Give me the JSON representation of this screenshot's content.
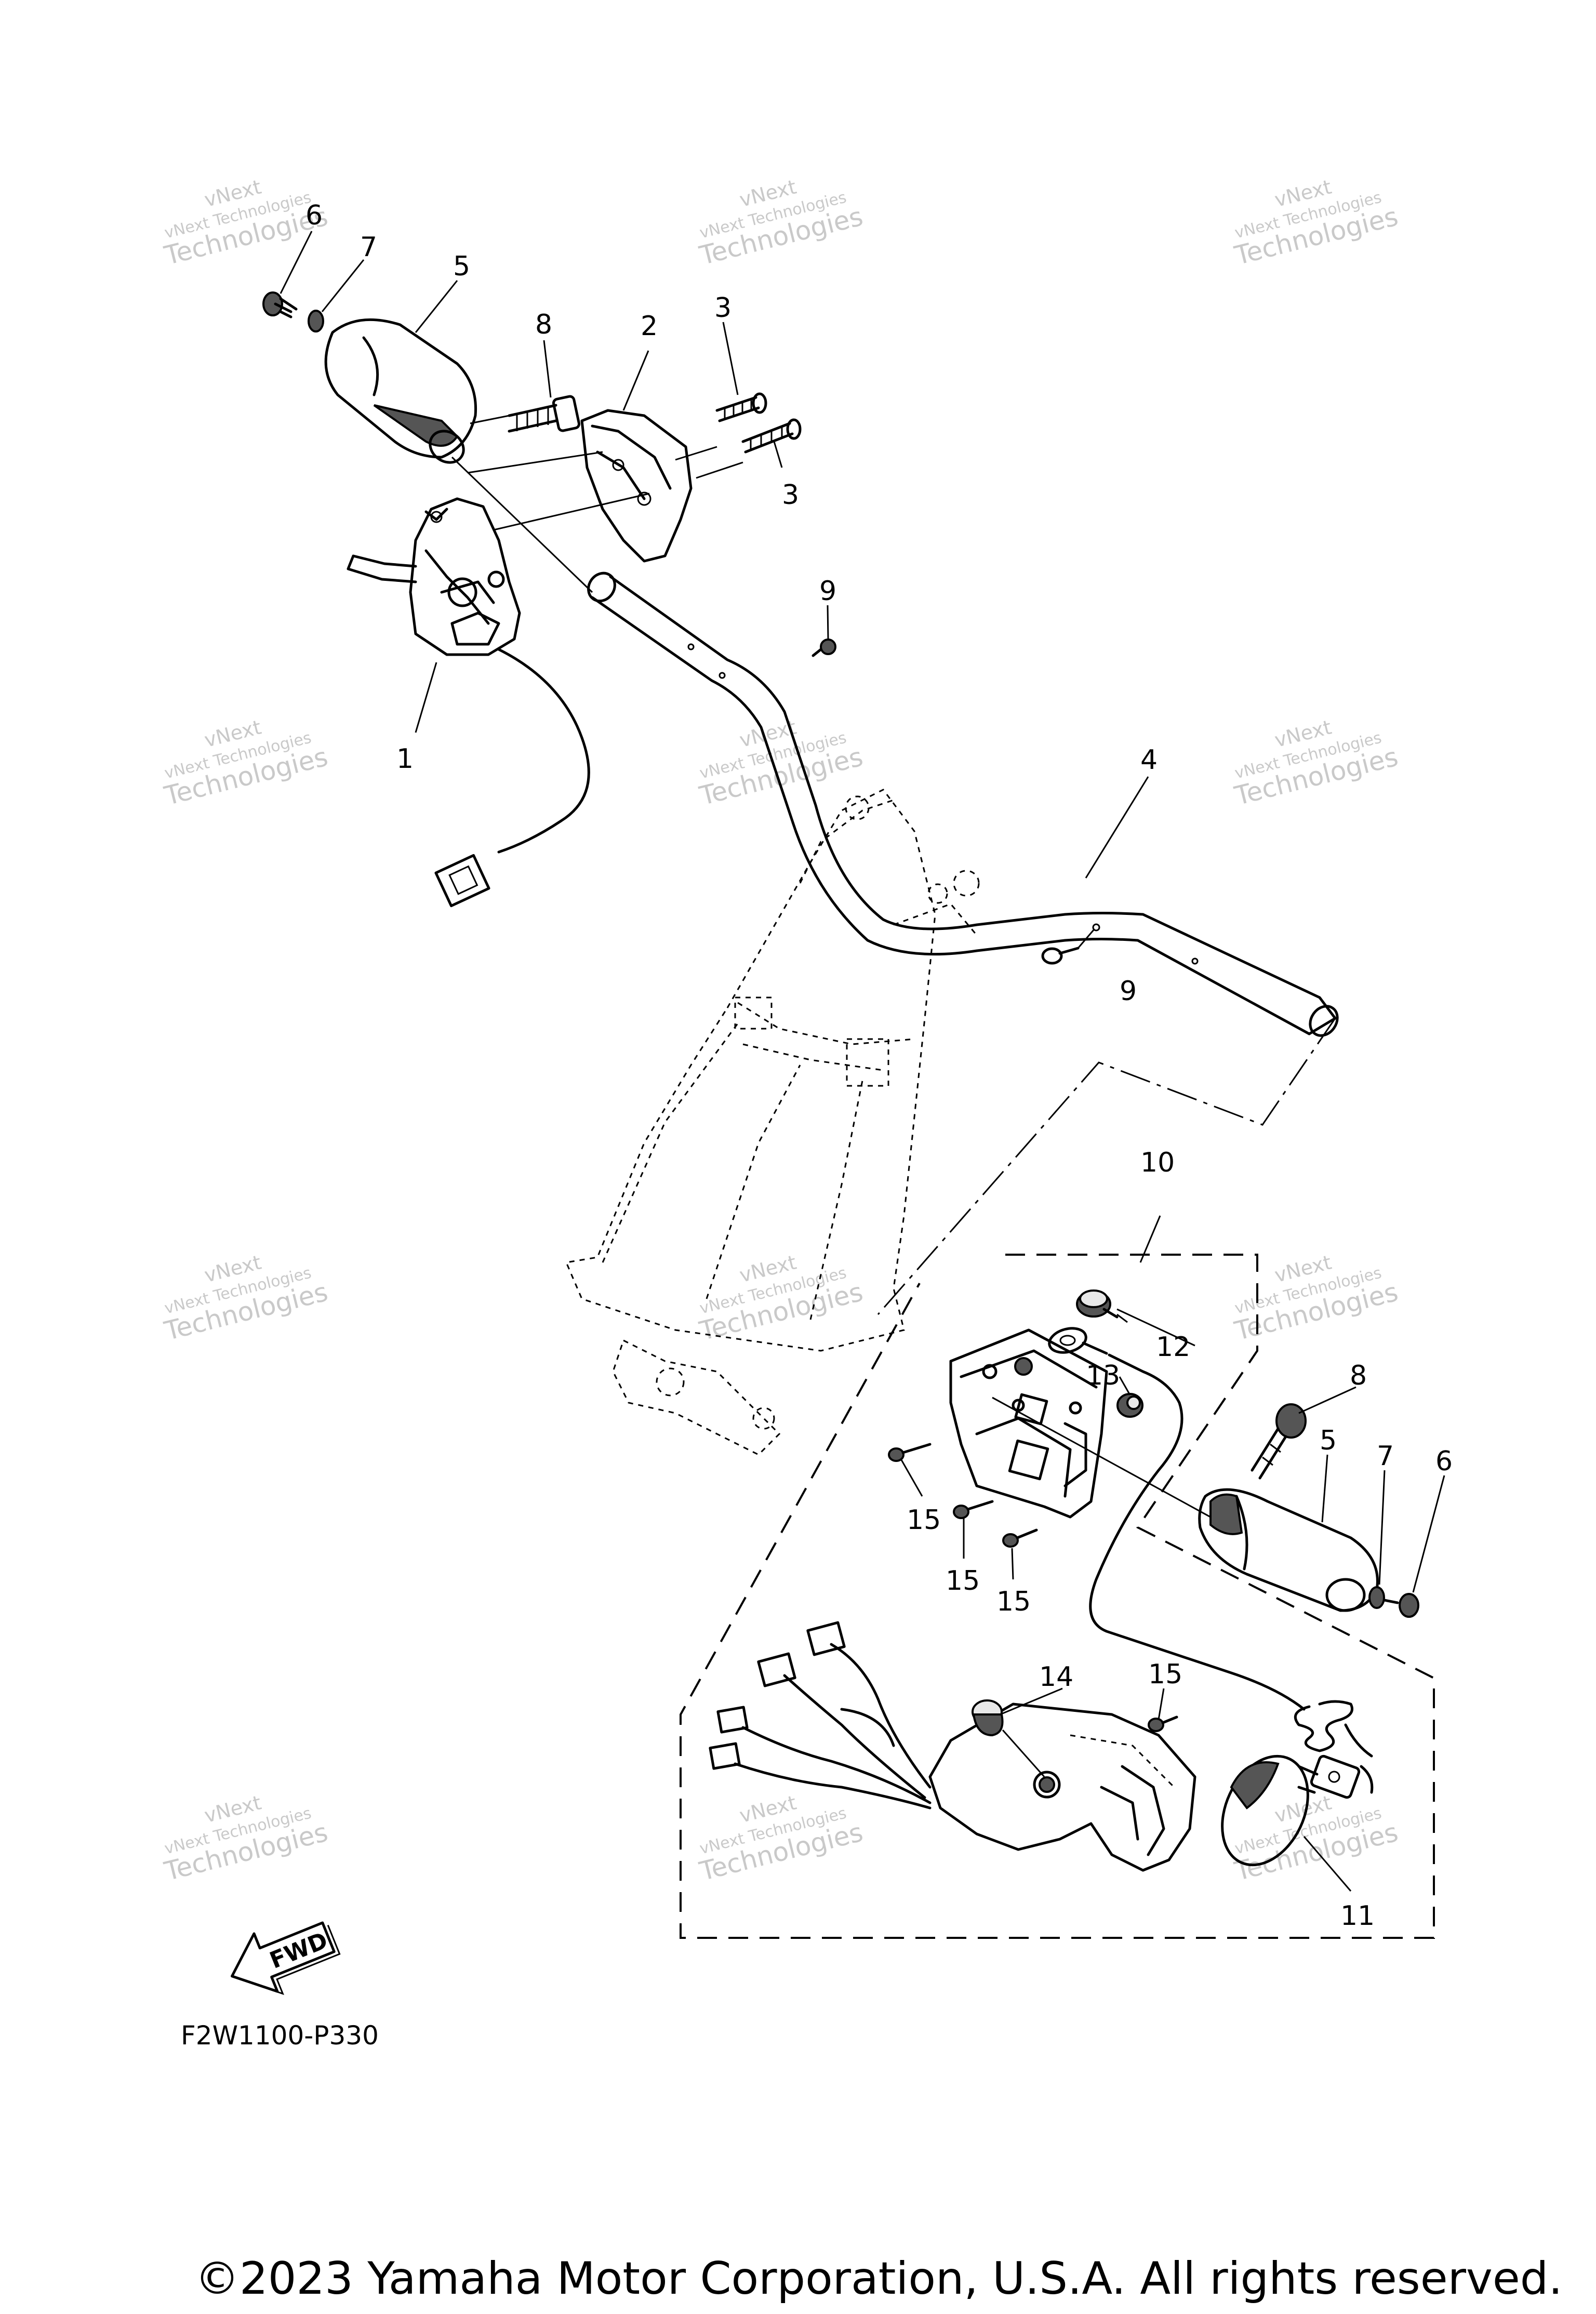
{
  "diagram_code": "F2W1100-P330",
  "copyright": "©2023 Yamaha Motor Corporation, U.S.A. All rights reserved.",
  "fwd_arrow_text": "FWD",
  "watermark": {
    "line1": "vNext",
    "line2": "vNext Technologies",
    "line3": "Technologies"
  },
  "callouts": [
    {
      "id": "c6a",
      "text": "6"
    },
    {
      "id": "c7a",
      "text": "7"
    },
    {
      "id": "c5a",
      "text": "5"
    },
    {
      "id": "c8a",
      "text": "8"
    },
    {
      "id": "c2",
      "text": "2"
    },
    {
      "id": "c3a",
      "text": "3"
    },
    {
      "id": "c3b",
      "text": "3"
    },
    {
      "id": "c9a",
      "text": "9"
    },
    {
      "id": "c1",
      "text": "1"
    },
    {
      "id": "c4",
      "text": "4"
    },
    {
      "id": "c9b",
      "text": "9"
    },
    {
      "id": "c10",
      "text": "10"
    },
    {
      "id": "c12",
      "text": "12"
    },
    {
      "id": "c13",
      "text": "13"
    },
    {
      "id": "c8b",
      "text": "8"
    },
    {
      "id": "c5b",
      "text": "5"
    },
    {
      "id": "c7b",
      "text": "7"
    },
    {
      "id": "c6b",
      "text": "6"
    },
    {
      "id": "c15a",
      "text": "15"
    },
    {
      "id": "c15b",
      "text": "15"
    },
    {
      "id": "c15c",
      "text": "15"
    },
    {
      "id": "c14",
      "text": "14"
    },
    {
      "id": "c15d",
      "text": "15"
    },
    {
      "id": "c11",
      "text": "11"
    }
  ]
}
